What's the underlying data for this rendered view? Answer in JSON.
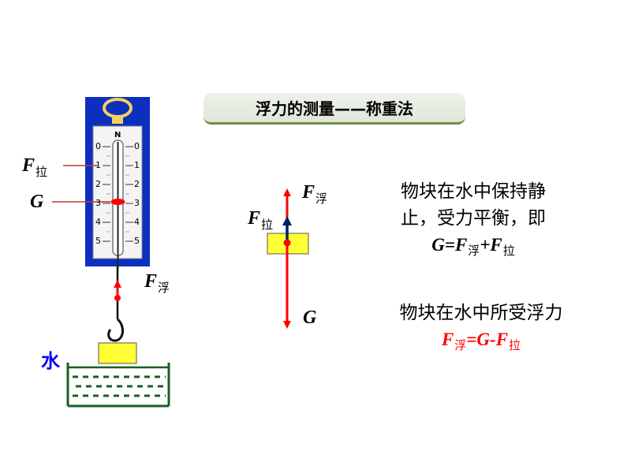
{
  "title": "浮力的测量——称重法",
  "scale_numbers": [
    "0",
    "1",
    "2",
    "3",
    "4",
    "5"
  ],
  "scale_top_letter": "N",
  "labels": {
    "f_pull_main": "F",
    "f_pull_sub": "拉",
    "g": "G",
    "f_buoy_main": "F",
    "f_buoy_sub": "浮",
    "water": "水"
  },
  "paragraph1": {
    "line1": "物块在水中保持静",
    "line2": "止，受力平衡，即",
    "eq_g": "G",
    "eq_eq": "=",
    "eq_f1": "F",
    "eq_f1_sub": "浮",
    "eq_plus": "+",
    "eq_f2": "F",
    "eq_f2_sub": "拉"
  },
  "paragraph2": {
    "line1": "物块在水中所受浮力",
    "eq_f": "F",
    "eq_f_sub": "浮",
    "eq_mid": "=G-",
    "eq_f2": "F",
    "eq_f2_sub": "拉"
  },
  "colors": {
    "scale_blue": "#0d2fbf",
    "arrow_red": "#ff0000",
    "arrow_navy": "#002060",
    "block_yellow": "#ffff33",
    "water_green": "#1b5e20",
    "title_green": "#6a8f4a"
  }
}
